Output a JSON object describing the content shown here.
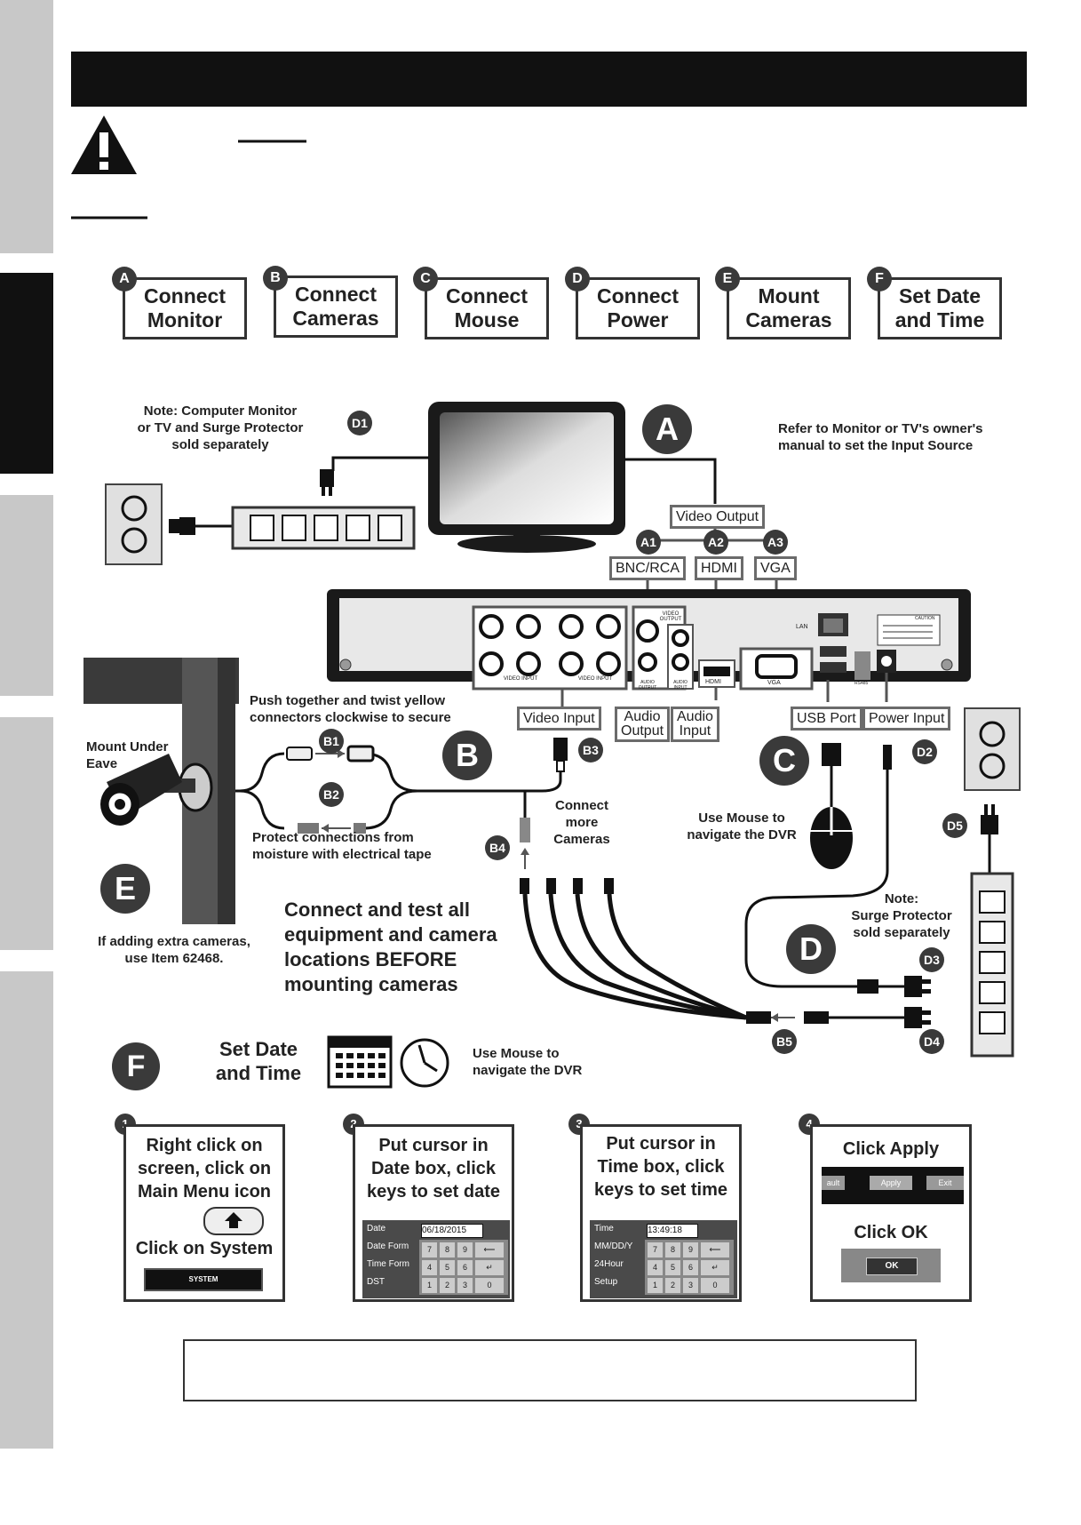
{
  "steps": [
    {
      "letter": "A",
      "label_1": "Connect",
      "label_2": "Monitor"
    },
    {
      "letter": "B",
      "label_1": "Connect",
      "label_2": "Cameras"
    },
    {
      "letter": "C",
      "label_1": "Connect",
      "label_2": "Mouse"
    },
    {
      "letter": "D",
      "label_1": "Connect",
      "label_2": "Power"
    },
    {
      "letter": "E",
      "label_1": "Mount",
      "label_2": "Cameras"
    },
    {
      "letter": "F",
      "label_1": "Set Date",
      "label_2": "and Time"
    }
  ],
  "notes": {
    "computer_monitor_1": "Note:  Computer Monitor",
    "computer_monitor_2": "or TV and Surge Protector",
    "computer_monitor_3": "sold separately",
    "refer_1": "Refer to Monitor or TV's owner's",
    "refer_2": "manual to set the Input Source",
    "push_1": "Push together and twist yellow",
    "push_2": "connectors clockwise to secure",
    "mount_1": "Mount Under",
    "mount_2": "Eave",
    "protect_1": "Protect connections from",
    "protect_2": "moisture with electrical tape",
    "connect_more_1": "Connect",
    "connect_more_2": "more",
    "connect_more_3": "Cameras",
    "mouse_1": "Use Mouse to",
    "mouse_2": "navigate the DVR",
    "surge_1": "Note:",
    "surge_2": "Surge Protector",
    "surge_3": "sold separately",
    "extra_1": "If adding extra cameras,",
    "extra_2": "use Item 62468.",
    "test_1": "Connect and test all",
    "test_2": "equipment and camera",
    "test_3": "locations BEFORE",
    "test_4": "mounting cameras",
    "set_date_1": "Set Date",
    "set_date_2": "and Time",
    "mouse_f_1": "Use Mouse to",
    "mouse_f_2": "navigate the DVR"
  },
  "labels": {
    "video_output": "Video Output",
    "bnc_rca": "BNC/RCA",
    "hdmi": "HDMI",
    "vga": "VGA",
    "video_input": "Video Input",
    "audio_output_1": "Audio",
    "audio_output_2": "Output",
    "audio_input_1": "Audio",
    "audio_input_2": "Input",
    "usb_port": "USB Port",
    "power_input": "Power Input"
  },
  "callouts": {
    "a": "A",
    "a1": "A1",
    "a2": "A2",
    "a3": "A3",
    "b": "B",
    "b1": "B1",
    "b2": "B2",
    "b3": "B3",
    "b4": "B4",
    "b5": "B5",
    "c": "C",
    "d": "D",
    "d1": "D1",
    "d2": "D2",
    "d3": "D3",
    "d4": "D4",
    "d5": "D5",
    "e": "E",
    "f": "F"
  },
  "dvr_panel": {
    "video_input_left": "VIDEO INPUT",
    "video_input_right": "VIDEO INPUT",
    "video_output": "VIDEO OUTPUT",
    "audio_output": "AUDIO OUTPUT",
    "audio_input": "AUDIO INPUT",
    "hdmi": "HDMI",
    "vga": "VGA",
    "lan": "LAN",
    "rs485": "RS485",
    "caution": "CAUTION"
  },
  "f_steps": [
    {
      "num": "1",
      "line_1": "Right click on",
      "line_2": "screen, click on",
      "line_3": "Main Menu icon",
      "line_4": "Click on System",
      "button": "SYSTEM"
    },
    {
      "num": "2",
      "line_1": "Put cursor in",
      "line_2": "Date box, click",
      "line_3": "keys to set date",
      "field": "Date",
      "value": "06/18/2015",
      "row_2": "Date Form",
      "row_3": "Time Form",
      "row_4": "DST"
    },
    {
      "num": "3",
      "line_1": "Put cursor in",
      "line_2": "Time box, click",
      "line_3": "keys to set time",
      "field": "Time",
      "value": "13:49:18",
      "row_2": "MM/DD/Y",
      "row_3": "24Hour",
      "row_4": "Setup"
    },
    {
      "num": "4",
      "line_1": "Click Apply",
      "line_2": "Click OK",
      "btn_left": "ault",
      "btn_apply": "Apply",
      "btn_exit": "Exit",
      "btn_ok": "OK"
    }
  ],
  "keypad": [
    "7",
    "8",
    "9",
    "4",
    "5",
    "6",
    "1",
    "2",
    "3",
    "0"
  ]
}
